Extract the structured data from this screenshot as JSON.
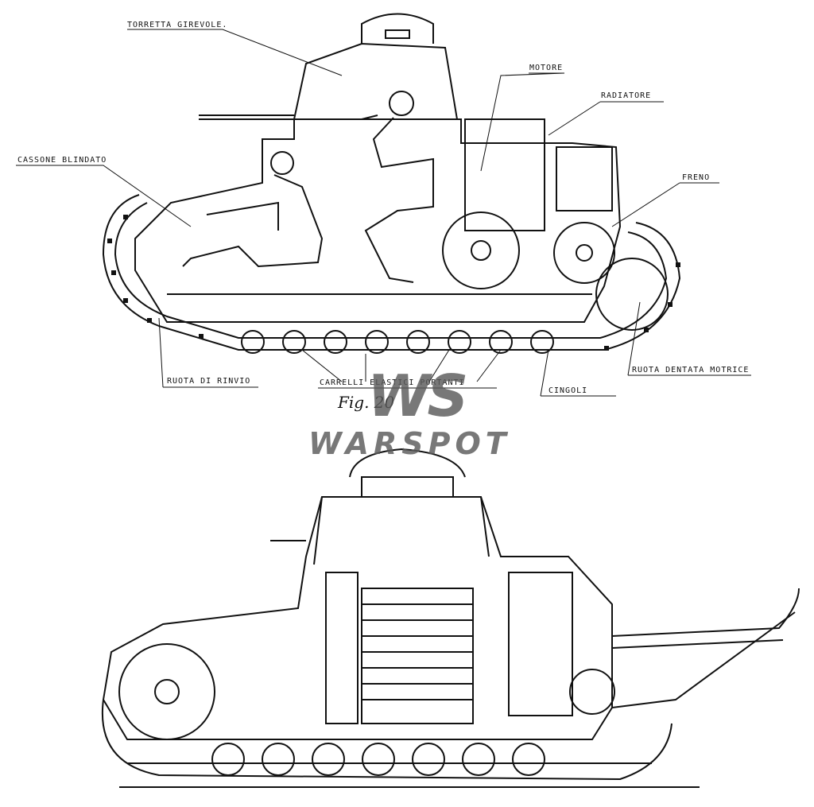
{
  "labels": {
    "torretta": "TORRETTA GIREVOLE.",
    "motore": "MOTORE",
    "radiatore": "RADIATORE",
    "cassone": "CASSONE BLINDATO",
    "freno": "FRENO",
    "ruota_rinvio": "RUOTA DI RINVIO",
    "carrelli": "CARRELLI ELASTICI PORTANTI",
    "cingoli": "CINGOLI",
    "ruota_motrice": "RUOTA DENTATA MOTRICE"
  },
  "caption": "Fig. 20",
  "watermark": {
    "logo": "WS",
    "name": "WARSPOT"
  },
  "colors": {
    "ink": "#111111",
    "watermark": "#5a5a5a",
    "paper": "#ffffff"
  }
}
